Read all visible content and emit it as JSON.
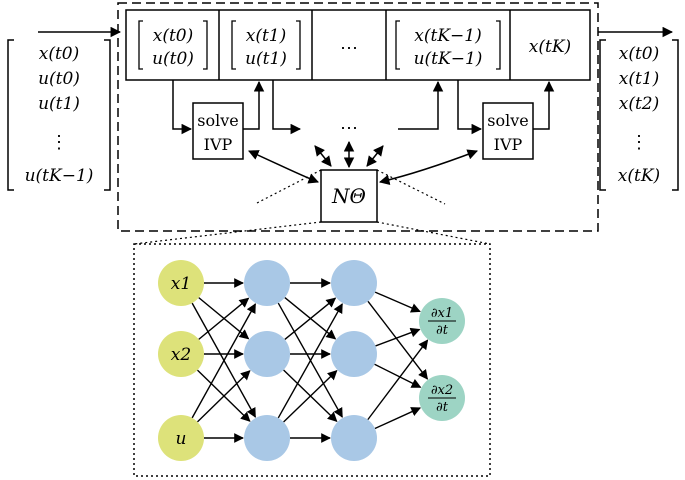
{
  "input_vector": {
    "entries": [
      "x(t0)",
      "u(t0)",
      "u(t1)",
      "⋮",
      "u(tK−1)"
    ]
  },
  "output_vector": {
    "entries": [
      "x(t0)",
      "x(t1)",
      "x(t2)",
      "⋮",
      "x(tK)"
    ]
  },
  "sequence_cells": [
    {
      "top": "x(t0)",
      "bottom": "u(t0)"
    },
    {
      "top": "x(t1)",
      "bottom": "u(t1)"
    },
    {
      "ellipsis": "⋯"
    },
    {
      "top": "x(tK−1)",
      "bottom": "u(tK−1)"
    },
    {
      "single": "x(tK)"
    }
  ],
  "solver_blocks": [
    {
      "line1": "solve",
      "line2": "IVP"
    },
    {
      "line1": "solve",
      "line2": "IVP"
    }
  ],
  "middle_ellipsis": "⋯",
  "network_label": "NΘ",
  "nn": {
    "input_nodes": [
      "x1",
      "x2",
      "u"
    ],
    "output_nodes": [
      "∂x1/∂t",
      "∂x2/∂t"
    ],
    "colors": {
      "input": "#dde27a",
      "hidden": "#a9c8e6",
      "output": "#9dd4c4"
    }
  }
}
